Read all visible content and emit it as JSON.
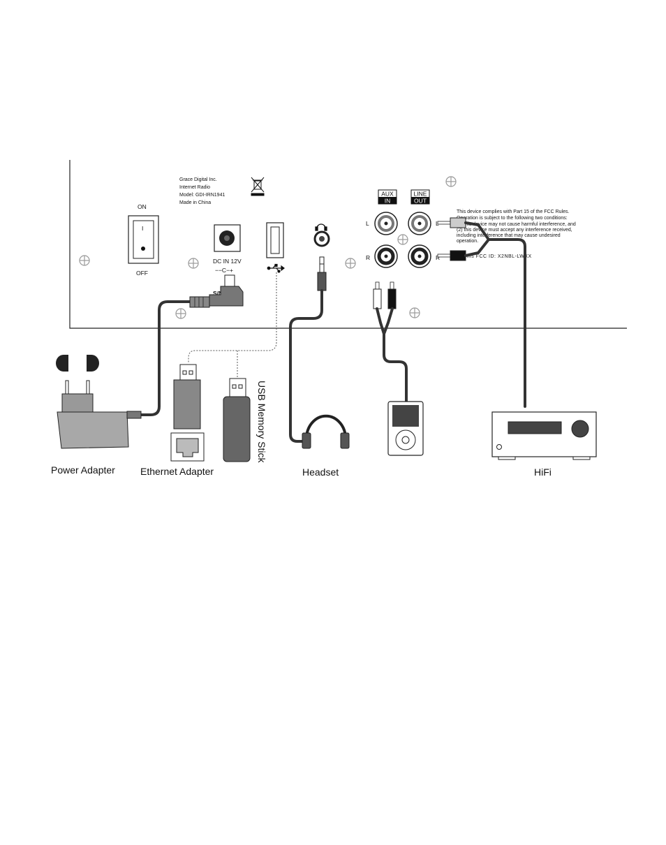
{
  "panel": {
    "label_lines": [
      "Grace Digital Inc.",
      "Internet Radio",
      "Model: GDI-IRN1941",
      "Made in China"
    ],
    "switch_on": "ON",
    "switch_off": "OFF",
    "switch_i": "I",
    "dc_label": "DC  IN 12V",
    "dc_polarity": "−−C−+",
    "sn_label": "S/N",
    "aux_top": "AUX",
    "aux_bottom": "IN",
    "line_top": "LINE",
    "line_bottom": "OUT",
    "left": "L",
    "right": "R",
    "fcc_lines": [
      "This device complies with Part 15 of the FCC Rules.",
      "Operation is subject to the following two conditions:",
      "(1) this device may not cause harmful interference, and",
      "(2) this device must accept any interference received,",
      "including interference that may cause undesired",
      "operation."
    ],
    "fcc_id": "This FCC ID: X2NBL-LWXX"
  },
  "devices": {
    "power_adapter": "Power Adapter",
    "ethernet_adapter": "Ethernet Adapter",
    "usb_stick": "USB Memory Stick",
    "headset": "Headset",
    "hifi": "HiFi"
  },
  "icons": [
    "weee-bin-icon",
    "headphone-icon",
    "usb-icon",
    "dc-polarity-icon",
    "screw-icon"
  ]
}
